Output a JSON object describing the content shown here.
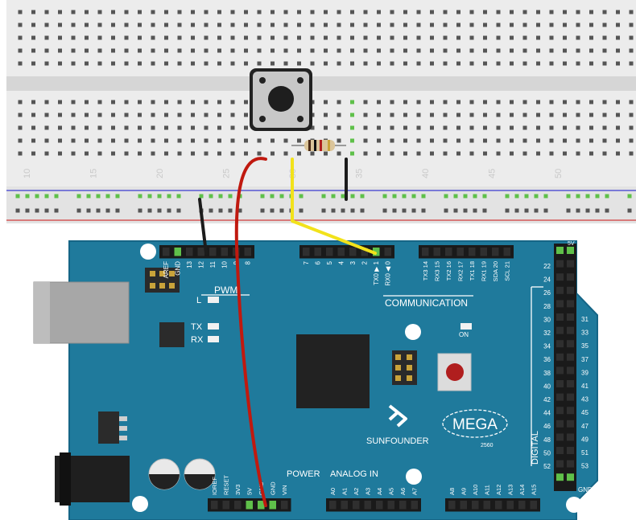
{
  "breadboard": {
    "column_numbers": [
      "10",
      "15",
      "20",
      "25",
      "30",
      "35",
      "40",
      "45",
      "50"
    ]
  },
  "board": {
    "name": "MEGA",
    "model": "2560",
    "brand": "SUNFOUNDER",
    "labels": {
      "pwm": "PWM",
      "communication": "COMMUNICATION",
      "power": "POWER",
      "analog_in": "ANALOG IN",
      "digital": "DIGITAL",
      "gnd": "GND",
      "five_v": "5V",
      "on": "ON",
      "l": "L",
      "tx": "TX",
      "rx": "RX"
    },
    "pwm_header_pins": [
      "AREF",
      "GND",
      "13",
      "12",
      "11",
      "10",
      "9",
      "8"
    ],
    "digital_header_pins": [
      "7",
      "6",
      "5",
      "4",
      "3",
      "2",
      "TX0 ▶ 1",
      "RX0 ◀ 0"
    ],
    "comm_header_pins": [
      "TX3 14",
      "RX3 15",
      "TX2 16",
      "RX2 17",
      "TX1 18",
      "RX1 19",
      "SDA 20",
      "SCL 21"
    ],
    "digital_left_numbers": [
      "22",
      "24",
      "26",
      "28",
      "30",
      "32",
      "34",
      "36",
      "38",
      "40",
      "42",
      "44",
      "46",
      "48",
      "50",
      "52"
    ],
    "digital_right_numbers": [
      "31",
      "33",
      "35",
      "37",
      "39",
      "41",
      "43",
      "45",
      "47",
      "49",
      "51",
      "53"
    ],
    "power_pins": [
      "IOREF",
      "RESET",
      "3V3",
      "5V",
      "GND",
      "GND",
      "VIN"
    ],
    "analog_pins": [
      "A0",
      "A1",
      "A2",
      "A3",
      "A4",
      "A5",
      "A6",
      "A7",
      "A8",
      "A9",
      "A10",
      "A11",
      "A12",
      "A13",
      "A14",
      "A15"
    ]
  },
  "wires": [
    {
      "name": "red-wire",
      "color": "#c0190f"
    },
    {
      "name": "yellow-wire",
      "color": "#f2e21b"
    },
    {
      "name": "black-wire",
      "color": "#1c1c1c"
    }
  ],
  "colors": {
    "board": "#1f7a9c",
    "breadboard": "#e8e8e8",
    "hole_active": "#5fc04a"
  }
}
